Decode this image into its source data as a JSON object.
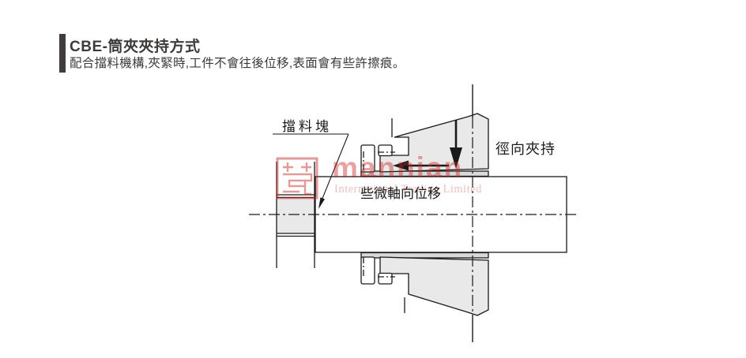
{
  "header": {
    "title": "CBE-筒夾夾持方式",
    "subtitle": "配合擋料機構,夾緊時,工件不會往後位移,表面會有些許擦痕。"
  },
  "diagram": {
    "labels": {
      "stop_block": "擋料塊",
      "radial_clamp": "徑向夾持",
      "axial_shift": "些微軸向位移"
    },
    "parts": {
      "stop_block": "stop block",
      "collet": "collet",
      "workpiece": "workpiece shaft"
    }
  },
  "watermark": {
    "brand": "mannian",
    "subtext": "International Trading Limited",
    "accent_color": "#c72222"
  },
  "colors": {
    "line": "#1a1a1a",
    "fill_gray": "#e9e9e9",
    "strip_gray": "#d9d9d9",
    "text_dark": "#3e3a39",
    "title_bar": "#413d3c"
  }
}
